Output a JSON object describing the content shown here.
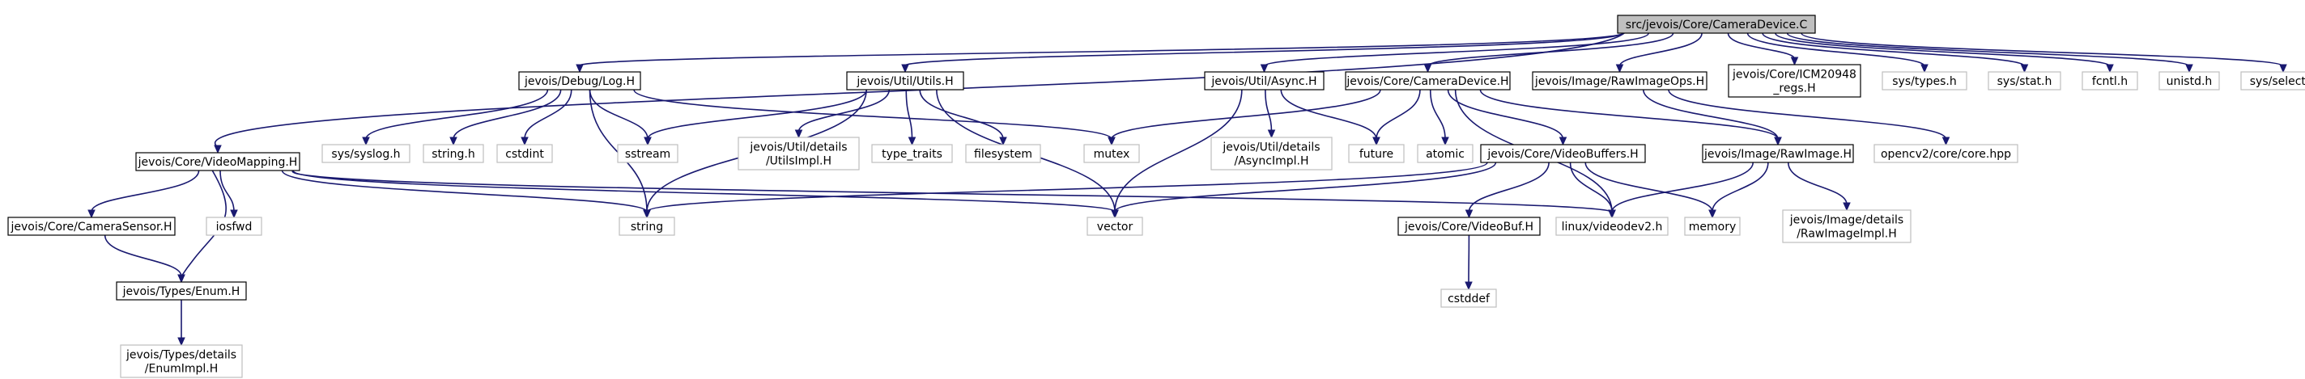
{
  "graph": {
    "root": "src/jevois/Core/CameraDevice.C",
    "colors": {
      "edge": "#191970",
      "root_fill": "#bfbfbf",
      "root_stroke": "#000000",
      "doc_fill": "#ffffff",
      "doc_stroke": "#000000",
      "ext_fill": "#ffffff",
      "ext_stroke": "#bfbfbf"
    },
    "nodes": [
      {
        "id": "root",
        "label": "src/jevois/Core/CameraDevice.C",
        "kind": "root"
      },
      {
        "id": "videomapping",
        "label": "jevois/Core/VideoMapping.H",
        "kind": "doc"
      },
      {
        "id": "log",
        "label": "jevois/Debug/Log.H",
        "kind": "doc"
      },
      {
        "id": "utils",
        "label": "jevois/Util/Utils.H",
        "kind": "doc"
      },
      {
        "id": "async",
        "label": "jevois/Util/Async.H",
        "kind": "doc"
      },
      {
        "id": "cameradeviceh",
        "label": "jevois/Core/CameraDevice.H",
        "kind": "doc"
      },
      {
        "id": "rawimageops",
        "label": "jevois/Image/RawImageOps.H",
        "kind": "doc"
      },
      {
        "id": "icm",
        "label": "jevois/Core/ICM20948\n_regs.H",
        "kind": "doc"
      },
      {
        "id": "systypes",
        "label": "sys/types.h",
        "kind": "ext"
      },
      {
        "id": "sysstat",
        "label": "sys/stat.h",
        "kind": "ext"
      },
      {
        "id": "fcntl",
        "label": "fcntl.h",
        "kind": "ext"
      },
      {
        "id": "unistd",
        "label": "unistd.h",
        "kind": "ext"
      },
      {
        "id": "sysselect",
        "label": "sys/select.h",
        "kind": "ext"
      },
      {
        "id": "syslog",
        "label": "sys/syslog.h",
        "kind": "ext"
      },
      {
        "id": "stringh",
        "label": "string.h",
        "kind": "ext"
      },
      {
        "id": "cstdint",
        "label": "cstdint",
        "kind": "ext"
      },
      {
        "id": "sstream",
        "label": "sstream",
        "kind": "ext"
      },
      {
        "id": "utilsimpl",
        "label": "jevois/Util/details\n/UtilsImpl.H",
        "kind": "ext"
      },
      {
        "id": "typetraits",
        "label": "type_traits",
        "kind": "ext"
      },
      {
        "id": "filesystem",
        "label": "filesystem",
        "kind": "ext"
      },
      {
        "id": "mutex",
        "label": "mutex",
        "kind": "ext"
      },
      {
        "id": "asyncimpl",
        "label": "jevois/Util/details\n/AsyncImpl.H",
        "kind": "ext"
      },
      {
        "id": "future",
        "label": "future",
        "kind": "ext"
      },
      {
        "id": "atomic",
        "label": "atomic",
        "kind": "ext"
      },
      {
        "id": "videobuffers",
        "label": "jevois/Core/VideoBuffers.H",
        "kind": "doc"
      },
      {
        "id": "rawimage",
        "label": "jevois/Image/RawImage.H",
        "kind": "doc"
      },
      {
        "id": "opencv",
        "label": "opencv2/core/core.hpp",
        "kind": "ext"
      },
      {
        "id": "camerasensor",
        "label": "jevois/Core/CameraSensor.H",
        "kind": "doc"
      },
      {
        "id": "iosfwd",
        "label": "iosfwd",
        "kind": "ext"
      },
      {
        "id": "string",
        "label": "string",
        "kind": "ext"
      },
      {
        "id": "vector",
        "label": "vector",
        "kind": "ext"
      },
      {
        "id": "videodev2",
        "label": "linux/videodev2.h",
        "kind": "ext"
      },
      {
        "id": "memory",
        "label": "memory",
        "kind": "ext"
      },
      {
        "id": "rawimageimpl",
        "label": "jevois/Image/details\n/RawImageImpl.H",
        "kind": "ext"
      },
      {
        "id": "videobuf",
        "label": "jevois/Core/VideoBuf.H",
        "kind": "doc"
      },
      {
        "id": "cstddef",
        "label": "cstddef",
        "kind": "ext"
      },
      {
        "id": "enum",
        "label": "jevois/Types/Enum.H",
        "kind": "doc"
      },
      {
        "id": "enumimpl",
        "label": "jevois/Types/details\n/EnumImpl.H",
        "kind": "ext"
      }
    ],
    "edges": [
      [
        "root",
        "videomapping"
      ],
      [
        "root",
        "log"
      ],
      [
        "root",
        "utils"
      ],
      [
        "root",
        "async"
      ],
      [
        "root",
        "cameradeviceh"
      ],
      [
        "root",
        "rawimageops"
      ],
      [
        "root",
        "icm"
      ],
      [
        "root",
        "systypes"
      ],
      [
        "root",
        "sysstat"
      ],
      [
        "root",
        "fcntl"
      ],
      [
        "root",
        "unistd"
      ],
      [
        "root",
        "sysselect"
      ],
      [
        "log",
        "syslog"
      ],
      [
        "log",
        "stringh"
      ],
      [
        "log",
        "cstdint"
      ],
      [
        "log",
        "sstream"
      ],
      [
        "log",
        "string"
      ],
      [
        "log",
        "mutex"
      ],
      [
        "utils",
        "sstream"
      ],
      [
        "utils",
        "string"
      ],
      [
        "utils",
        "utilsimpl"
      ],
      [
        "utils",
        "typetraits"
      ],
      [
        "utils",
        "filesystem"
      ],
      [
        "utils",
        "vector"
      ],
      [
        "async",
        "vector"
      ],
      [
        "async",
        "asyncimpl"
      ],
      [
        "async",
        "future"
      ],
      [
        "cameradeviceh",
        "mutex"
      ],
      [
        "cameradeviceh",
        "future"
      ],
      [
        "cameradeviceh",
        "atomic"
      ],
      [
        "cameradeviceh",
        "videobuffers"
      ],
      [
        "cameradeviceh",
        "rawimage"
      ],
      [
        "cameradeviceh",
        "videodev2"
      ],
      [
        "rawimageops",
        "rawimage"
      ],
      [
        "rawimageops",
        "opencv"
      ],
      [
        "videomapping",
        "camerasensor"
      ],
      [
        "videomapping",
        "iosfwd"
      ],
      [
        "videomapping",
        "enum"
      ],
      [
        "videomapping",
        "string"
      ],
      [
        "videomapping",
        "vector"
      ],
      [
        "videomapping",
        "videodev2"
      ],
      [
        "videobuffers",
        "string"
      ],
      [
        "videobuffers",
        "vector"
      ],
      [
        "videobuffers",
        "videobuf"
      ],
      [
        "videobuffers",
        "videodev2"
      ],
      [
        "videobuffers",
        "memory"
      ],
      [
        "rawimage",
        "videodev2"
      ],
      [
        "rawimage",
        "memory"
      ],
      [
        "rawimage",
        "rawimageimpl"
      ],
      [
        "videobuf",
        "cstddef"
      ],
      [
        "camerasensor",
        "enum"
      ],
      [
        "enum",
        "enumimpl"
      ]
    ]
  }
}
